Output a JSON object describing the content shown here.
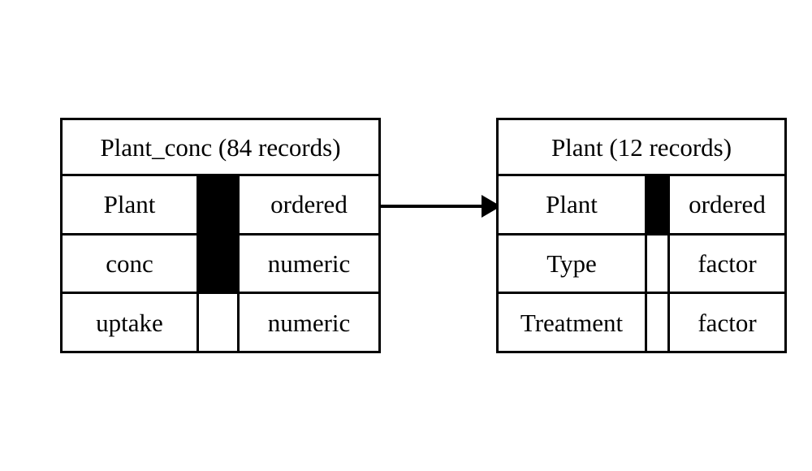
{
  "diagram": {
    "type": "entity-relationship-schema",
    "background_color": "#ffffff",
    "line_color": "#000000",
    "key_marker_color": "#000000",
    "entities": [
      {
        "id": "plant_conc",
        "title": "Plant_conc (84 records)",
        "name": "Plant_conc",
        "record_count": "84 records",
        "fields": [
          {
            "name": "Plant",
            "key": true,
            "type": "ordered"
          },
          {
            "name": "conc",
            "key": true,
            "type": "numeric"
          },
          {
            "name": "uptake",
            "key": false,
            "type": "numeric"
          }
        ]
      },
      {
        "id": "plant",
        "title": "Plant (12 records)",
        "name": "Plant",
        "record_count": "12 records",
        "fields": [
          {
            "name": "Plant",
            "key": true,
            "type": "ordered"
          },
          {
            "name": "Type",
            "key": false,
            "type": "factor"
          },
          {
            "name": "Treatment",
            "key": false,
            "type": "factor"
          }
        ]
      }
    ],
    "relationship": {
      "from_entity": "plant_conc",
      "from_field": "Plant",
      "to_entity": "plant",
      "to_field": "Plant",
      "direction": "right",
      "style": "solid-line-with-filled-arrowhead"
    }
  }
}
